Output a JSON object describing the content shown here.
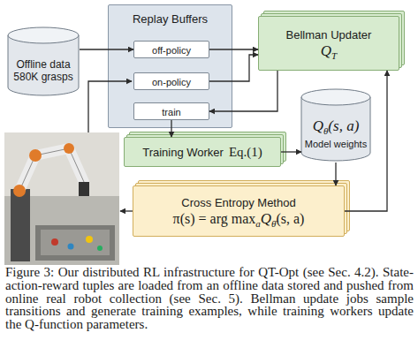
{
  "diagram": {
    "caption": "Figure 3: Our distributed RL infrastructure for QT-Opt (see Sec. 4.2). State-action-reward tuples are loaded from an offline data stored and pushed from online real robot collection (see Sec. 5). Bellman update jobs sample transitions and generate training examples, while training workers update the Q-function parameters.",
    "nodes": [
      {
        "text": [
          "Offline data 580K grasps"
        ]
      },
      {
        "text": [
          "Replay Buffers"
        ]
      },
      {
        "text": [
          "off-policy"
        ],
        "in": 1
      },
      {
        "text": [
          "on-policy"
        ],
        "in": 1
      },
      {
        "text": [
          "train"
        ],
        "in": 1
      },
      {
        "text": [
          "Bellman Updater",
          "Q",
          "T"
        ]
      },
      {
        "text": [
          "Q",
          "θ",
          "(s, a)",
          "Model weights"
        ]
      },
      {
        "text": [
          "Training Worker",
          "Eq.(1)"
        ]
      },
      {
        "text": [
          "Cross Entropy Method",
          "π(s) = arg max",
          "a",
          "Q",
          "θ̄",
          "(s, a)"
        ]
      }
    ],
    "edges": [
      {
        "from": 0,
        "to": 2,
        "arrow": "to"
      },
      {
        "from": 2,
        "to": 5,
        "arrow": "to"
      },
      {
        "from": 3,
        "to": 5,
        "arrow": "to"
      },
      {
        "from": 5,
        "to": 4,
        "arrow": "to"
      },
      {
        "from": 4,
        "to": 7,
        "arrow": "to"
      },
      {
        "from": 7,
        "to": 6,
        "arrow": "to"
      },
      {
        "from": 6,
        "to": 8,
        "arrow": "to"
      },
      {
        "from": 8,
        "to": 5,
        "arrow": "to"
      }
    ]
  }
}
